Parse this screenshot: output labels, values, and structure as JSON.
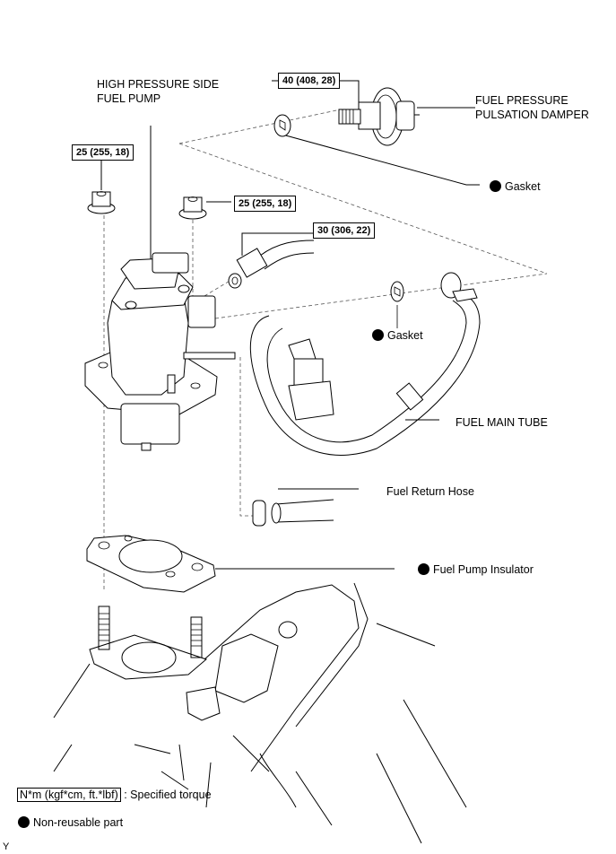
{
  "diagram": {
    "labels": {
      "hp_pump": [
        "HIGH PRESSURE SIDE",
        "FUEL PUMP"
      ],
      "damper": [
        "FUEL PRESSURE",
        "PULSATION DAMPER"
      ],
      "gasket_1": "Gasket",
      "gasket_2": "Gasket",
      "fuel_main_tube": "FUEL MAIN TUBE",
      "fuel_return_hose": "Fuel Return Hose",
      "fuel_pump_insulator": "Fuel Pump Insulator"
    },
    "torques": {
      "damper": "40 (408, 28)",
      "nut_left": "25 (255, 18)",
      "nut_right": "25 (255, 18)",
      "pipe_union": "30 (306, 22)"
    },
    "non_reusable_marker": "filled-circle-icon",
    "legend": {
      "torque_unit": "N*m (kgf*cm, ft.*lbf)",
      "torque_desc": ": Specified torque",
      "nonreusable_desc": "Non-reusable part"
    },
    "corner_code": "Y"
  }
}
